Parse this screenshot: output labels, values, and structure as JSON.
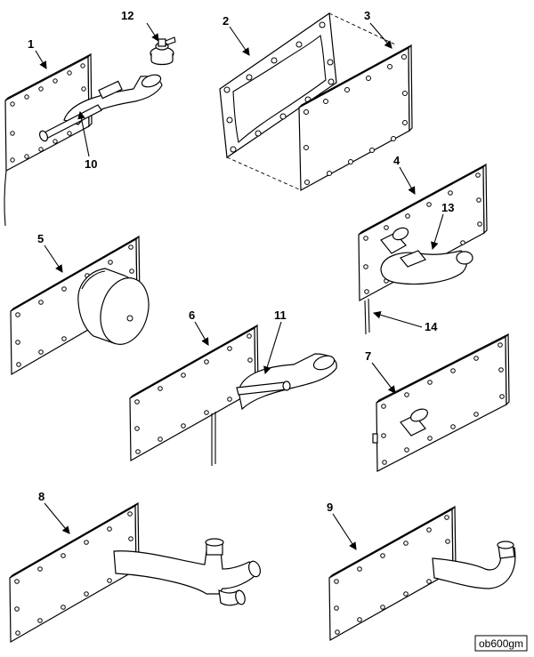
{
  "callouts": {
    "c1": "1",
    "c2": "2",
    "c3": "3",
    "c4": "4",
    "c5": "5",
    "c6": "6",
    "c7": "7",
    "c8": "8",
    "c9": "9",
    "c10": "10",
    "c11": "11",
    "c12": "12",
    "c13": "13",
    "c14": "14"
  },
  "figure_tag": "ob600gm"
}
